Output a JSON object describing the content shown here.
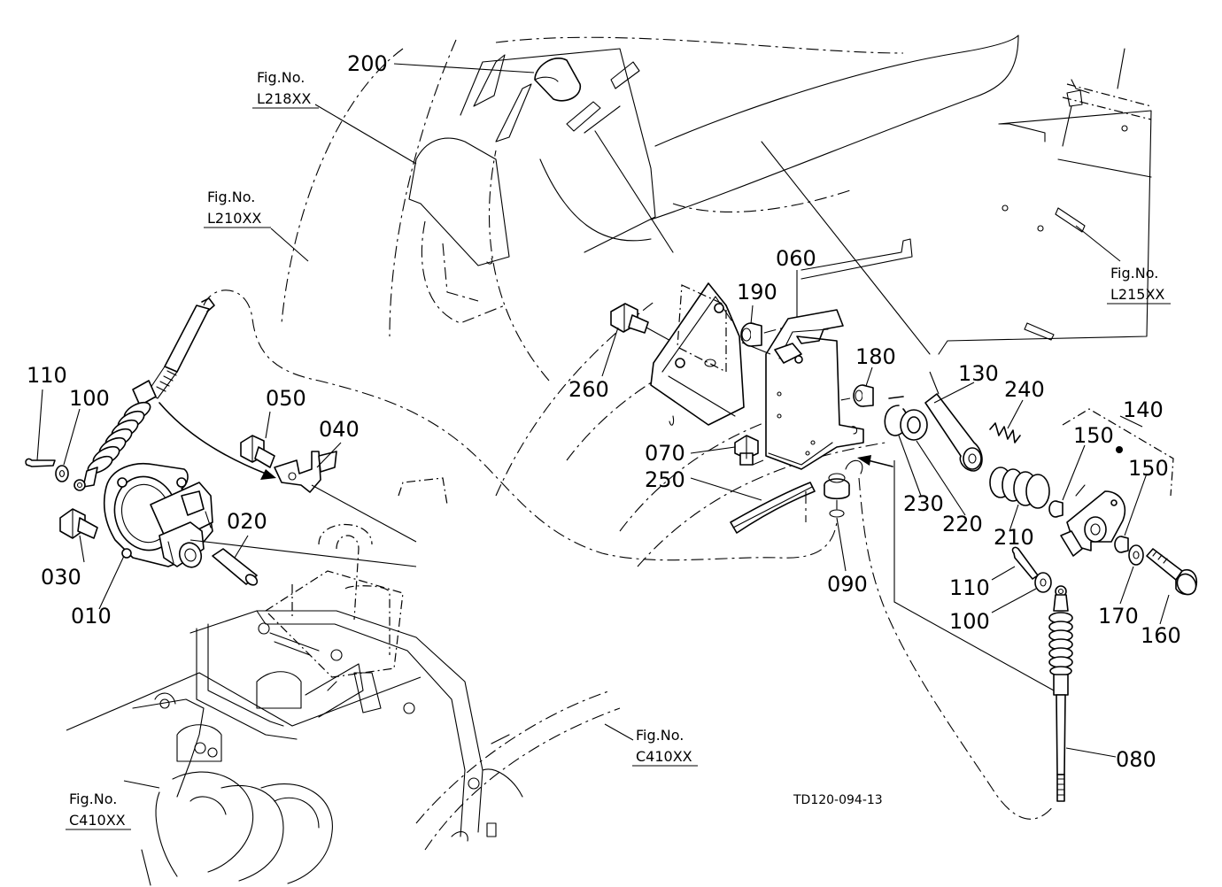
{
  "parts": [
    {
      "key": "p200",
      "label": "200"
    },
    {
      "key": "p110a",
      "label": "110"
    },
    {
      "key": "p100a",
      "label": "100"
    },
    {
      "key": "p050",
      "label": "050"
    },
    {
      "key": "p040",
      "label": "040"
    },
    {
      "key": "p030",
      "label": "030"
    },
    {
      "key": "p020",
      "label": "020"
    },
    {
      "key": "p010",
      "label": "010"
    },
    {
      "key": "p260",
      "label": "260"
    },
    {
      "key": "p190",
      "label": "190"
    },
    {
      "key": "p060",
      "label": "060"
    },
    {
      "key": "p180",
      "label": "180"
    },
    {
      "key": "p130",
      "label": "130"
    },
    {
      "key": "p240",
      "label": "240"
    },
    {
      "key": "p140",
      "label": "140"
    },
    {
      "key": "p150a",
      "label": "150"
    },
    {
      "key": "p150b",
      "label": "150"
    },
    {
      "key": "p070",
      "label": "070"
    },
    {
      "key": "p250",
      "label": "250"
    },
    {
      "key": "p230",
      "label": "230"
    },
    {
      "key": "p220",
      "label": "220"
    },
    {
      "key": "p210",
      "label": "210"
    },
    {
      "key": "p090",
      "label": "090"
    },
    {
      "key": "p110b",
      "label": "110"
    },
    {
      "key": "p100b",
      "label": "100"
    },
    {
      "key": "p170",
      "label": "170"
    },
    {
      "key": "p160",
      "label": "160"
    },
    {
      "key": "p080",
      "label": "080"
    }
  ],
  "fig_refs": [
    {
      "key": "L218",
      "line1": "Fig.No.",
      "line2": "L218XX"
    },
    {
      "key": "L210",
      "line1": "Fig.No.",
      "line2": "L210XX"
    },
    {
      "key": "L215",
      "line1": "Fig.No.",
      "line2": "L215XX"
    },
    {
      "key": "C410a",
      "line1": "Fig.No.",
      "line2": "C410XX"
    },
    {
      "key": "C410b",
      "line1": "Fig.No.",
      "line2": "C410XX"
    }
  ],
  "drawing_code": "TD120-094-13"
}
